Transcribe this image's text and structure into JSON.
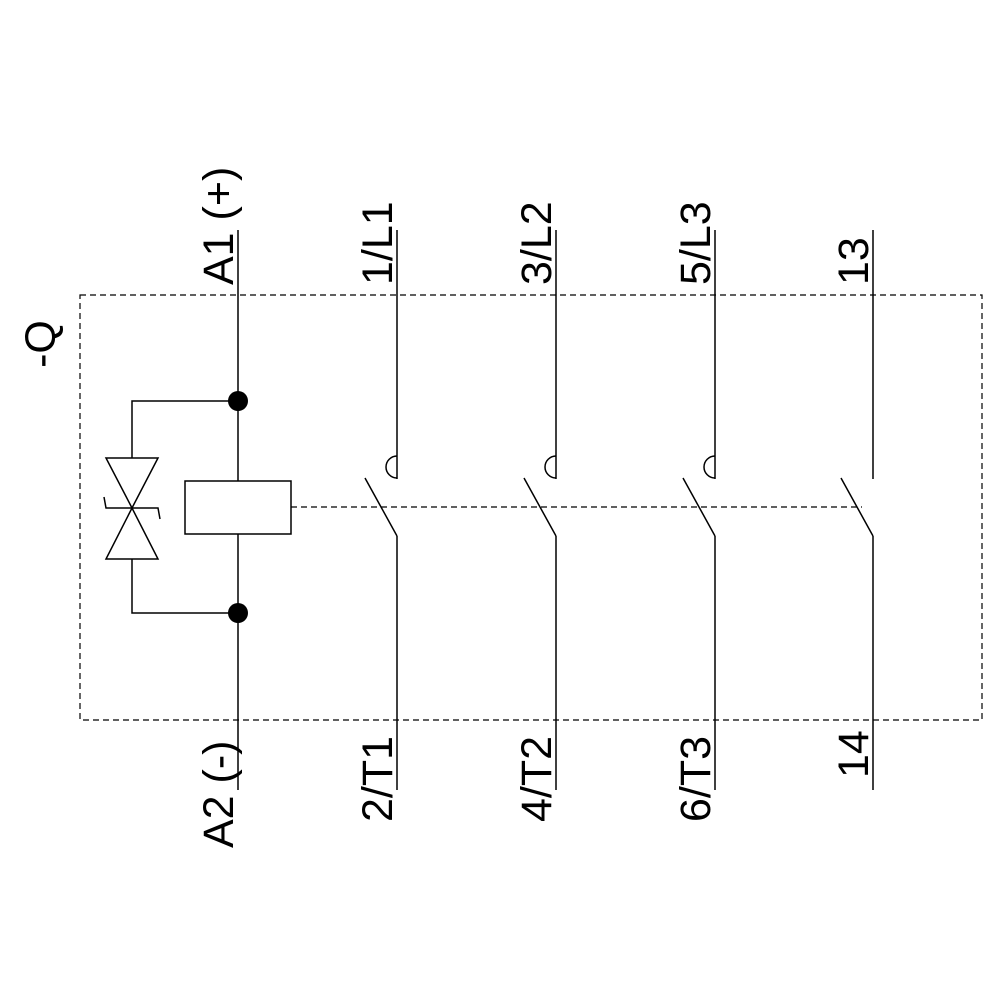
{
  "device": {
    "designation": "-Q"
  },
  "coil": {
    "terminal_top": "A1 (+)",
    "terminal_bottom": "A2 (-)"
  },
  "main_contacts": [
    {
      "top": "1/L1",
      "bottom": "2/T1"
    },
    {
      "top": "3/L2",
      "bottom": "4/T2"
    },
    {
      "top": "5/L3",
      "bottom": "6/T3"
    }
  ],
  "aux_contact": {
    "top": "13",
    "bottom": "14"
  },
  "colors": {
    "line": "#000000",
    "background": "#ffffff"
  }
}
